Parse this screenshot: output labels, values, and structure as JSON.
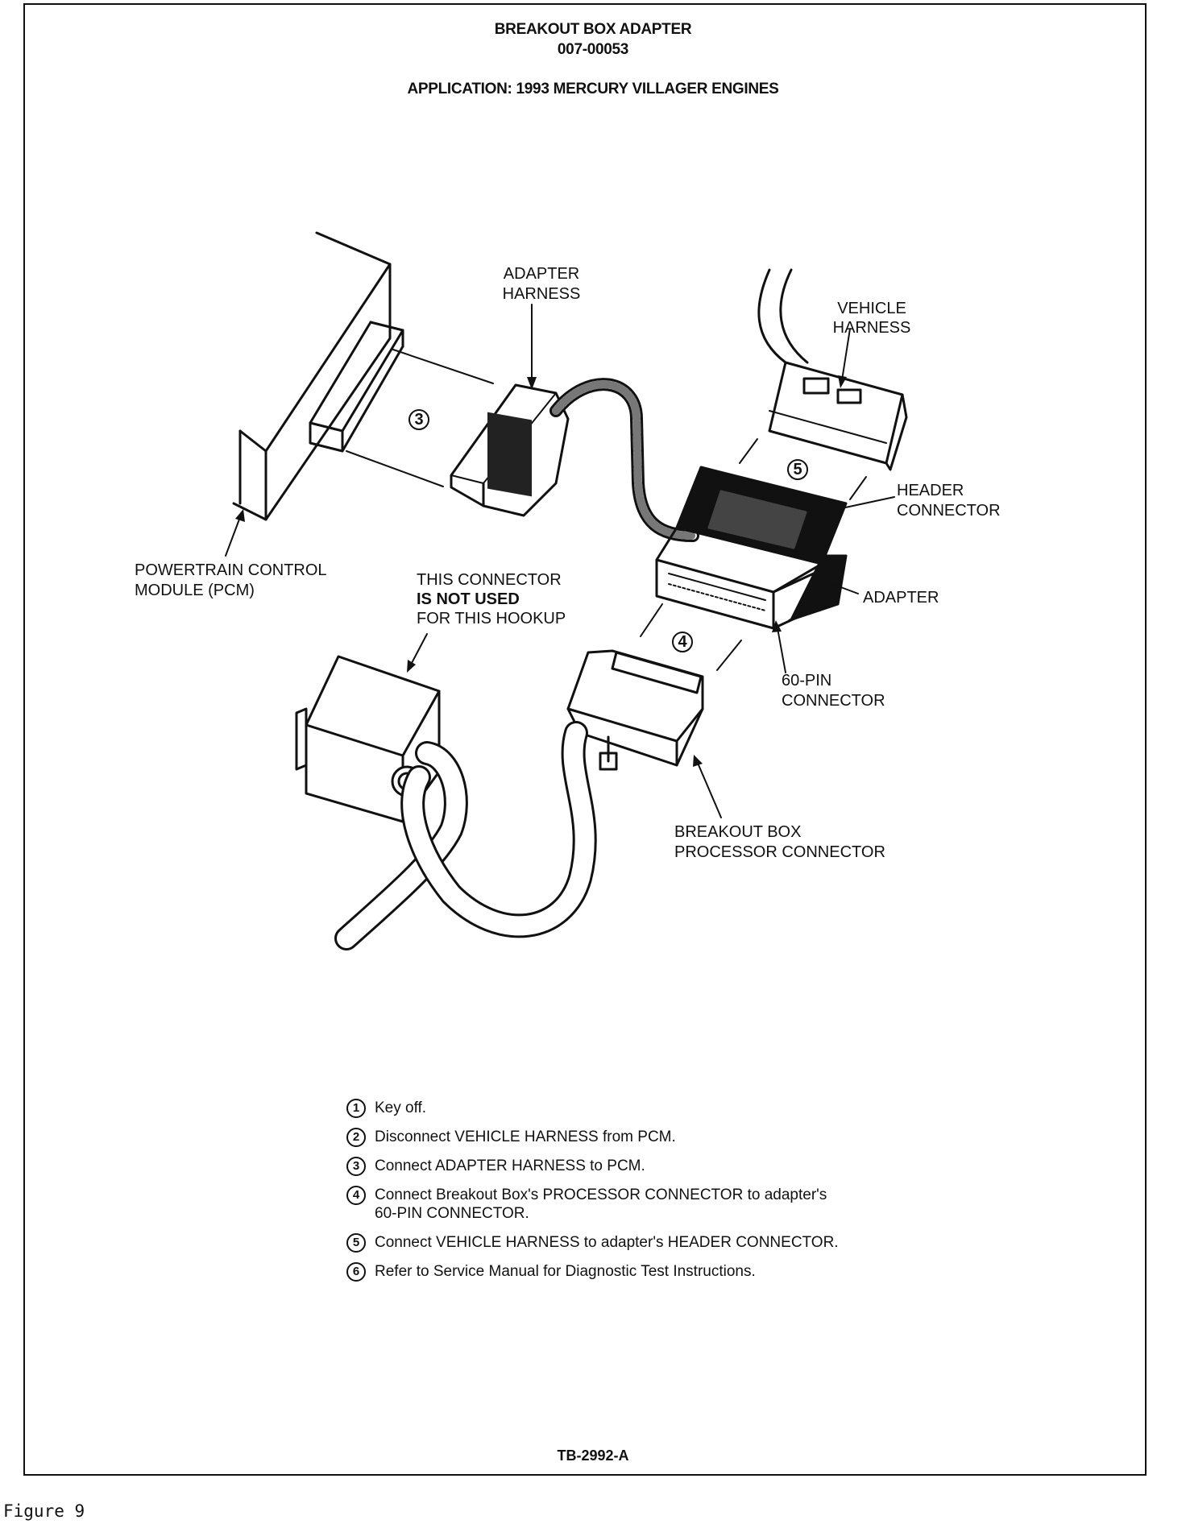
{
  "header": {
    "title": "BREAKOUT BOX ADAPTER",
    "part_number": "007-00053",
    "application": "APPLICATION:  1993 MERCURY VILLAGER ENGINES"
  },
  "diagram": {
    "labels": {
      "adapter_harness": [
        "ADAPTER",
        "HARNESS"
      ],
      "vehicle_harness": [
        "VEHICLE",
        "HARNESS"
      ],
      "pcm": [
        "POWERTRAIN CONTROL",
        "MODULE (PCM)"
      ],
      "not_used": [
        "THIS CONNECTOR",
        "IS NOT USED",
        "FOR THIS HOOKUP"
      ],
      "header_connector": [
        "HEADER",
        "CONNECTOR"
      ],
      "adapter": "ADAPTER",
      "pin60": [
        "60-PIN",
        "CONNECTOR"
      ],
      "breakout": [
        "BREAKOUT BOX",
        "PROCESSOR CONNECTOR"
      ]
    },
    "callouts": {
      "step3": "3",
      "step4": "4",
      "step5": "5"
    }
  },
  "steps": [
    {
      "num": "1",
      "text": "Key off."
    },
    {
      "num": "2",
      "text": "Disconnect VEHICLE HARNESS from PCM."
    },
    {
      "num": "3",
      "text": "Connect ADAPTER HARNESS to PCM."
    },
    {
      "num": "4",
      "text": "Connect Breakout Box's PROCESSOR CONNECTOR to adapter's 60-PIN CONNECTOR."
    },
    {
      "num": "5",
      "text": "Connect VEHICLE HARNESS to adapter's HEADER CONNECTOR."
    },
    {
      "num": "6",
      "text": "Refer to Service Manual for Diagnostic Test Instructions."
    }
  ],
  "footer": {
    "drawing_id": "TB-2992-A",
    "figure_caption": "Figure 9"
  }
}
